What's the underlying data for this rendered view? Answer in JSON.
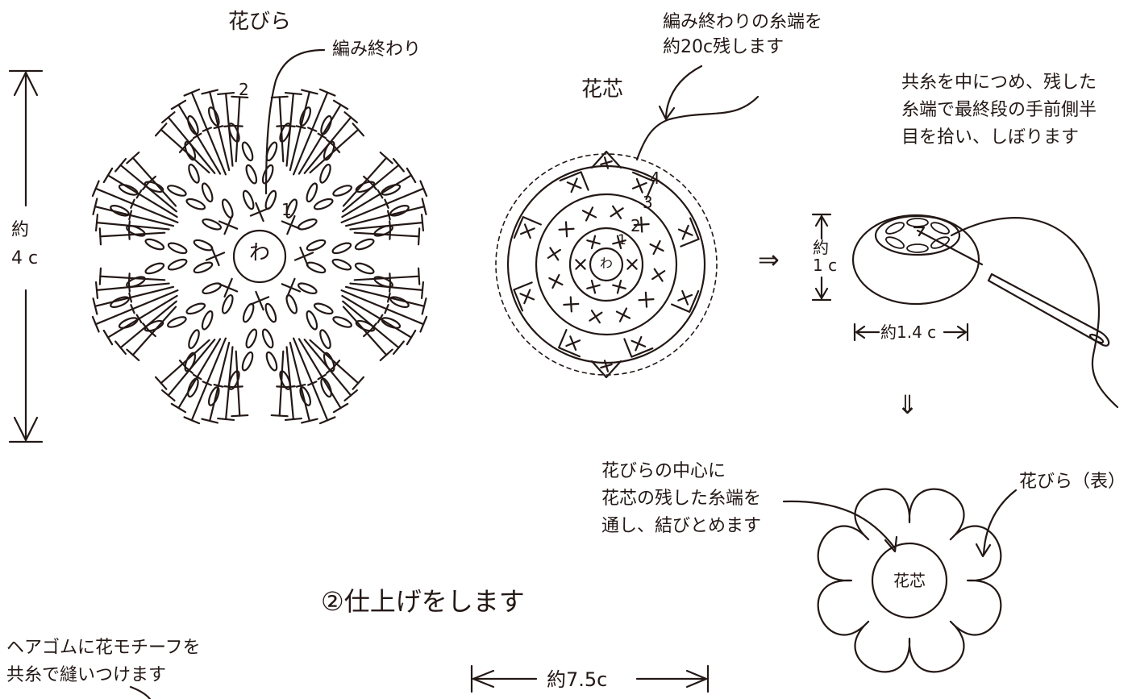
{
  "petal": {
    "title": "花びら",
    "end_label": "編み終わり",
    "round1": "1",
    "round2": "2",
    "ring": "わ",
    "size_label": "約\n4 c"
  },
  "center": {
    "title": "花芯",
    "tail_note": "編み終わりの糸端を\n約20c残します",
    "ring": "わ",
    "rounds": [
      "1",
      "2",
      "3",
      "4"
    ]
  },
  "gather": {
    "note": "共糸を中につめ、残した\n糸端で最終段の手前側半\n目を拾い、しぼります",
    "height_label": "約\n1 c",
    "width_label": "約1.4 c"
  },
  "assembly": {
    "note": "花びらの中心に\n花芯の残した糸端を\n通し、結びとめます",
    "petal_label": "花びら（表）",
    "center_label": "花芯"
  },
  "finish": {
    "title": "②仕上げをします",
    "note": "ヘアゴムに花モチーフを\n共糸で縫いつけます",
    "width_label": "約7.5c"
  },
  "arrows": {
    "right": "⇒",
    "down": "⇓"
  },
  "colors": {
    "ink": "#231815",
    "background": "#ffffff"
  }
}
